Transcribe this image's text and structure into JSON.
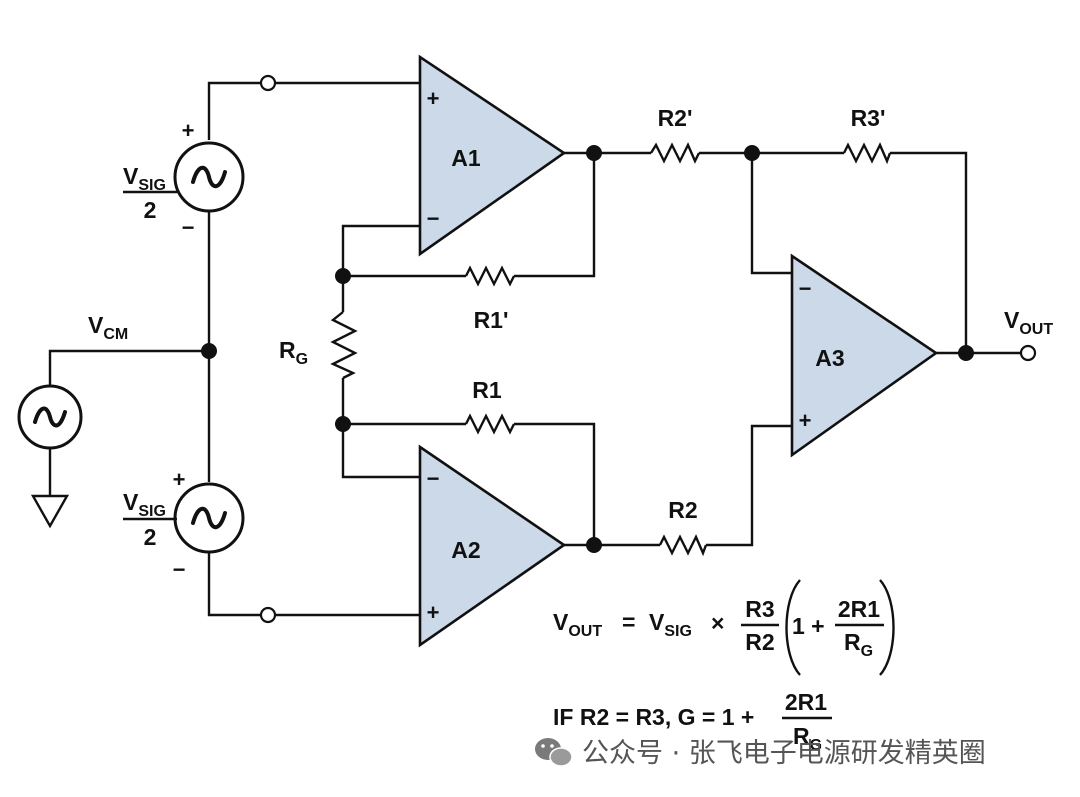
{
  "colors": {
    "opamp_fill": "#ccd9e8",
    "line": "#111111",
    "watermark": "#555555"
  },
  "amps": [
    {
      "id": "a1",
      "label": "A1",
      "top_input": "+",
      "bottom_input": "−"
    },
    {
      "id": "a2",
      "label": "A2",
      "top_input": "−",
      "bottom_input": "+"
    },
    {
      "id": "a3",
      "label": "A3",
      "top_input": "−",
      "bottom_input": "+"
    }
  ],
  "resistors": {
    "r2p": "R2'",
    "r3p": "R3'",
    "r1p": "R1'",
    "r1": "R1",
    "r2": "R2",
    "rg": {
      "main": "R",
      "sub": "G"
    }
  },
  "sources": {
    "upper": {
      "v": "V",
      "sub": "SIG",
      "den": "2",
      "plus": "+",
      "minus": "−",
      "icon": "sine-wave-icon"
    },
    "lower": {
      "v": "V",
      "sub": "SIG",
      "den": "2",
      "plus": "+",
      "minus": "−",
      "icon": "sine-wave-icon"
    },
    "cm": {
      "v": "V",
      "sub": "CM",
      "icon": "sine-wave-icon"
    },
    "ground_icon": "ground-icon"
  },
  "output": {
    "v": "V",
    "sub": "OUT"
  },
  "formula1": {
    "lhs_v": "V",
    "lhs_sub": "OUT",
    "eq": "=",
    "rhs_v": "V",
    "rhs_sub": "SIG",
    "times": "×",
    "num": "R3",
    "den": "R2",
    "one_plus": "1 +",
    "num2": "2R1",
    "den2_main": "R",
    "den2_sub": "G"
  },
  "formula2": {
    "text": "IF R2 = R3, G = 1 +",
    "num": "2R1",
    "den_main": "R",
    "den_sub": "G"
  },
  "watermark": {
    "icon": "wechat-icon",
    "text": "公众号 · 张飞电子电源研发精英圈"
  }
}
